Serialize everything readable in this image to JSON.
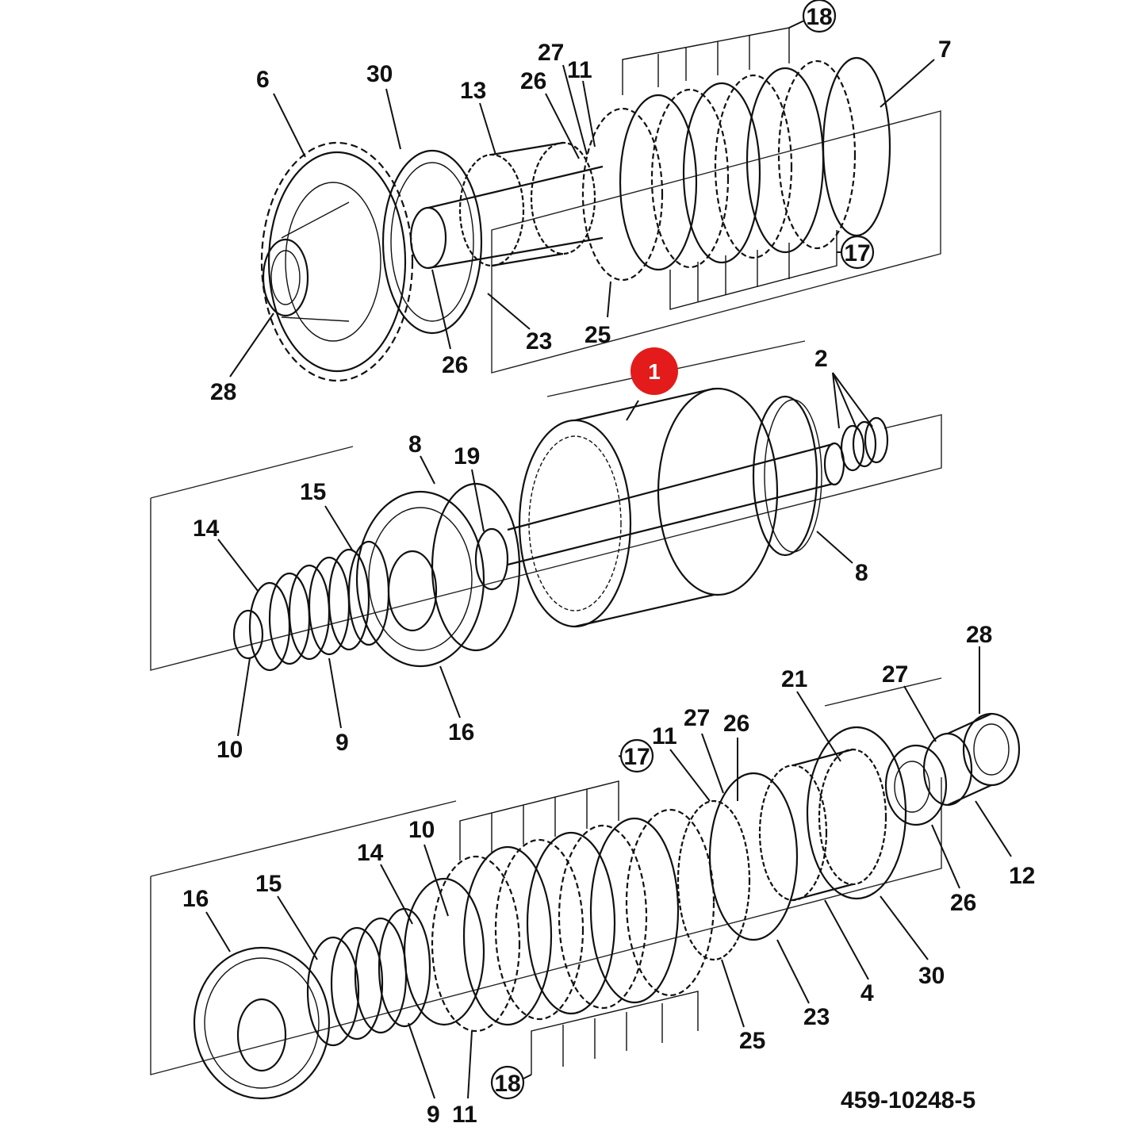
{
  "document_number": "459-10248-5",
  "highlight_color": "#e31b1b",
  "top_assembly": {
    "labels": {
      "a6": "6",
      "a30": "30",
      "a13": "13",
      "a26": "26",
      "a27": "27",
      "a11": "11",
      "a18": "18",
      "a7": "7",
      "a17": "17",
      "a25": "25",
      "a23": "23",
      "a26b": "26",
      "a28": "28"
    }
  },
  "middle_assembly": {
    "labels": {
      "a1": "1",
      "a2": "2",
      "a8": "8",
      "a19": "19",
      "a15": "15",
      "a14": "14",
      "a8b": "8",
      "a10": "10",
      "a9": "9",
      "a16": "16"
    }
  },
  "bottom_assembly": {
    "labels": {
      "a28": "28",
      "a27": "27",
      "a21": "21",
      "a27b": "27",
      "a26": "26",
      "a11": "11",
      "a17": "17",
      "a10": "10",
      "a14": "14",
      "a15": "15",
      "a16": "16",
      "a12": "12",
      "a26b": "26",
      "a30": "30",
      "a4": "4",
      "a23": "23",
      "a25": "25",
      "a18": "18",
      "a9": "9",
      "a11b": "11"
    }
  }
}
